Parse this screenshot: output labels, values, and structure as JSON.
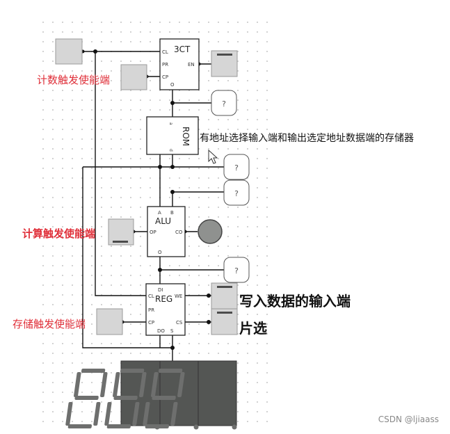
{
  "components": {
    "counter": {
      "name": "3CT",
      "pins": {
        "cl": "CL",
        "pr": "PR",
        "cp": "CP",
        "en": "EN",
        "o": "O"
      }
    },
    "rom": {
      "name": "ROM",
      "pins": {
        "a": "a",
        "d": "d"
      }
    },
    "alu": {
      "name": "ALU",
      "pins": {
        "a": "A",
        "b": "B",
        "op": "OP",
        "co": "CO",
        "o": "O"
      }
    },
    "reg": {
      "name": "REG",
      "pins": {
        "di": "DI",
        "cl": "CL",
        "we": "WE",
        "pr": "PR",
        "cp": "CP",
        "cs": "CS",
        "do": "DO",
        "s": "S"
      }
    },
    "probes": [
      "?",
      "?",
      "?",
      "?"
    ]
  },
  "annotations": {
    "count_trigger": "计数触发使能端",
    "rom_desc": "有地址选择输入端和输出选定地址数据端的存储器",
    "calc_trigger": "计算触发使能端",
    "write_input": "写入数据的输入端",
    "chip_select": "片选",
    "store_trigger": "存储触发使能端"
  },
  "watermark": "CSDN @ljiaass",
  "colors": {
    "wire": "#111111",
    "component_border": "#222222",
    "input_fill": "#d6d6d6",
    "display_bg": "#545654",
    "segment_off": "#6e6f6e",
    "annotation_red": "#e0303a"
  }
}
